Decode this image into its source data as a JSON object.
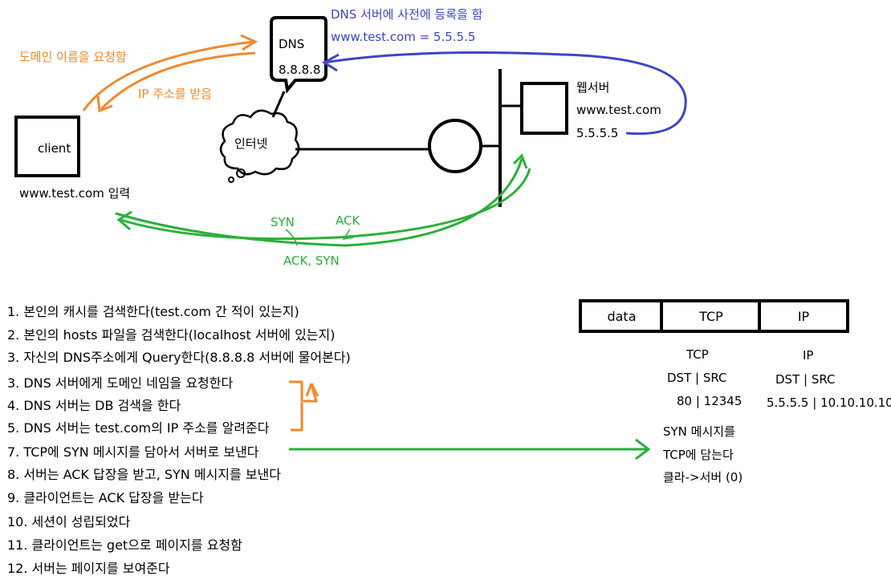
{
  "client": {
    "label": "client",
    "input": "www.test.com 입력"
  },
  "dns": {
    "title": "DNS",
    "ip": "8.8.8.8"
  },
  "dns_note": {
    "title": "DNS 서버에 사전에 등록을 함",
    "record": "www.test.com  =  5.5.5.5"
  },
  "request_domain": "도메인 이름을 요청함",
  "receive_ip": "IP 주소를 받음",
  "internet": "인터넷",
  "webserver": {
    "title": "웹서버",
    "domain": "www.test.com",
    "ip": "5.5.5.5"
  },
  "handshake": {
    "syn": "SYN",
    "ack": "ACK",
    "ack_syn": "ACK, SYN"
  },
  "steps": [
    "1. 본인의 캐시를 검색한다(test.com 간 적이 있는지)",
    "2. 본인의 hosts 파일을 검색한다(localhost 서버에 있는지)",
    "3. 자신의 DNS주소에게 Query한다(8.8.8.8 서버에 물어본다)",
    "3. DNS 서버에게 도메인 네임을 요청한다",
    "4. DNS 서버는 DB 검색을 한다",
    "5. DNS 서버는 test.com의 IP 주소를 알려준다",
    "7. TCP에 SYN 메시지를 담아서 서버로 보낸다",
    "8. 서버는 ACK 답장을 받고, SYN 메시지를 보낸다",
    "9. 클라이언트는 ACK 답장을 받는다",
    "10.  세션이 성립되었다",
    "11.  클라이언트는 get으로 페이지를 요청함",
    "12.  서버는 페이지를 보여준다"
  ],
  "packet": {
    "cells": [
      "data",
      "TCP",
      "IP"
    ]
  },
  "tcp_info": {
    "title": "TCP",
    "fields": "DST | SRC",
    "values": "80 | 12345"
  },
  "ip_info": {
    "title": "IP",
    "fields": "DST   | SRC",
    "values": "5.5.5.5 | 10.10.10.10"
  },
  "syn_note": [
    "SYN 메시지를",
    "TCP에 담는다",
    "클라->서버 (0)"
  ],
  "colors": {
    "orange": "#f08a2e",
    "blue": "#3c46c8",
    "green": "#2ab03a",
    "black": "#000000"
  }
}
